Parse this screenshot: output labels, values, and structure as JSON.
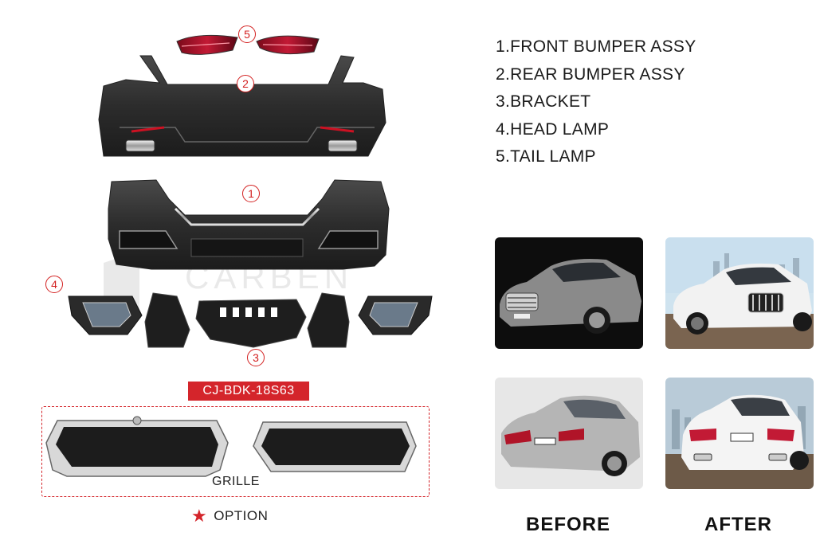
{
  "parts": [
    {
      "num": "1",
      "label": "1.FRONT BUMPER ASSY"
    },
    {
      "num": "2",
      "label": "2.REAR BUMPER ASSY"
    },
    {
      "num": "3",
      "label": "3.BRACKET"
    },
    {
      "num": "4",
      "label": "4.HEAD LAMP"
    },
    {
      "num": "5",
      "label": "5.TAIL LAMP"
    }
  ],
  "product_code": "CJ-BDK-18S63",
  "grille_label": "GRILLE",
  "option_label": "OPTION",
  "option_star": "★",
  "before_label": "BEFORE",
  "after_label": "AFTER",
  "watermark": "CARBEN",
  "colors": {
    "accent": "#d4252b",
    "part_dark": "#2b2b2b",
    "chrome": "#c9c9c9"
  }
}
